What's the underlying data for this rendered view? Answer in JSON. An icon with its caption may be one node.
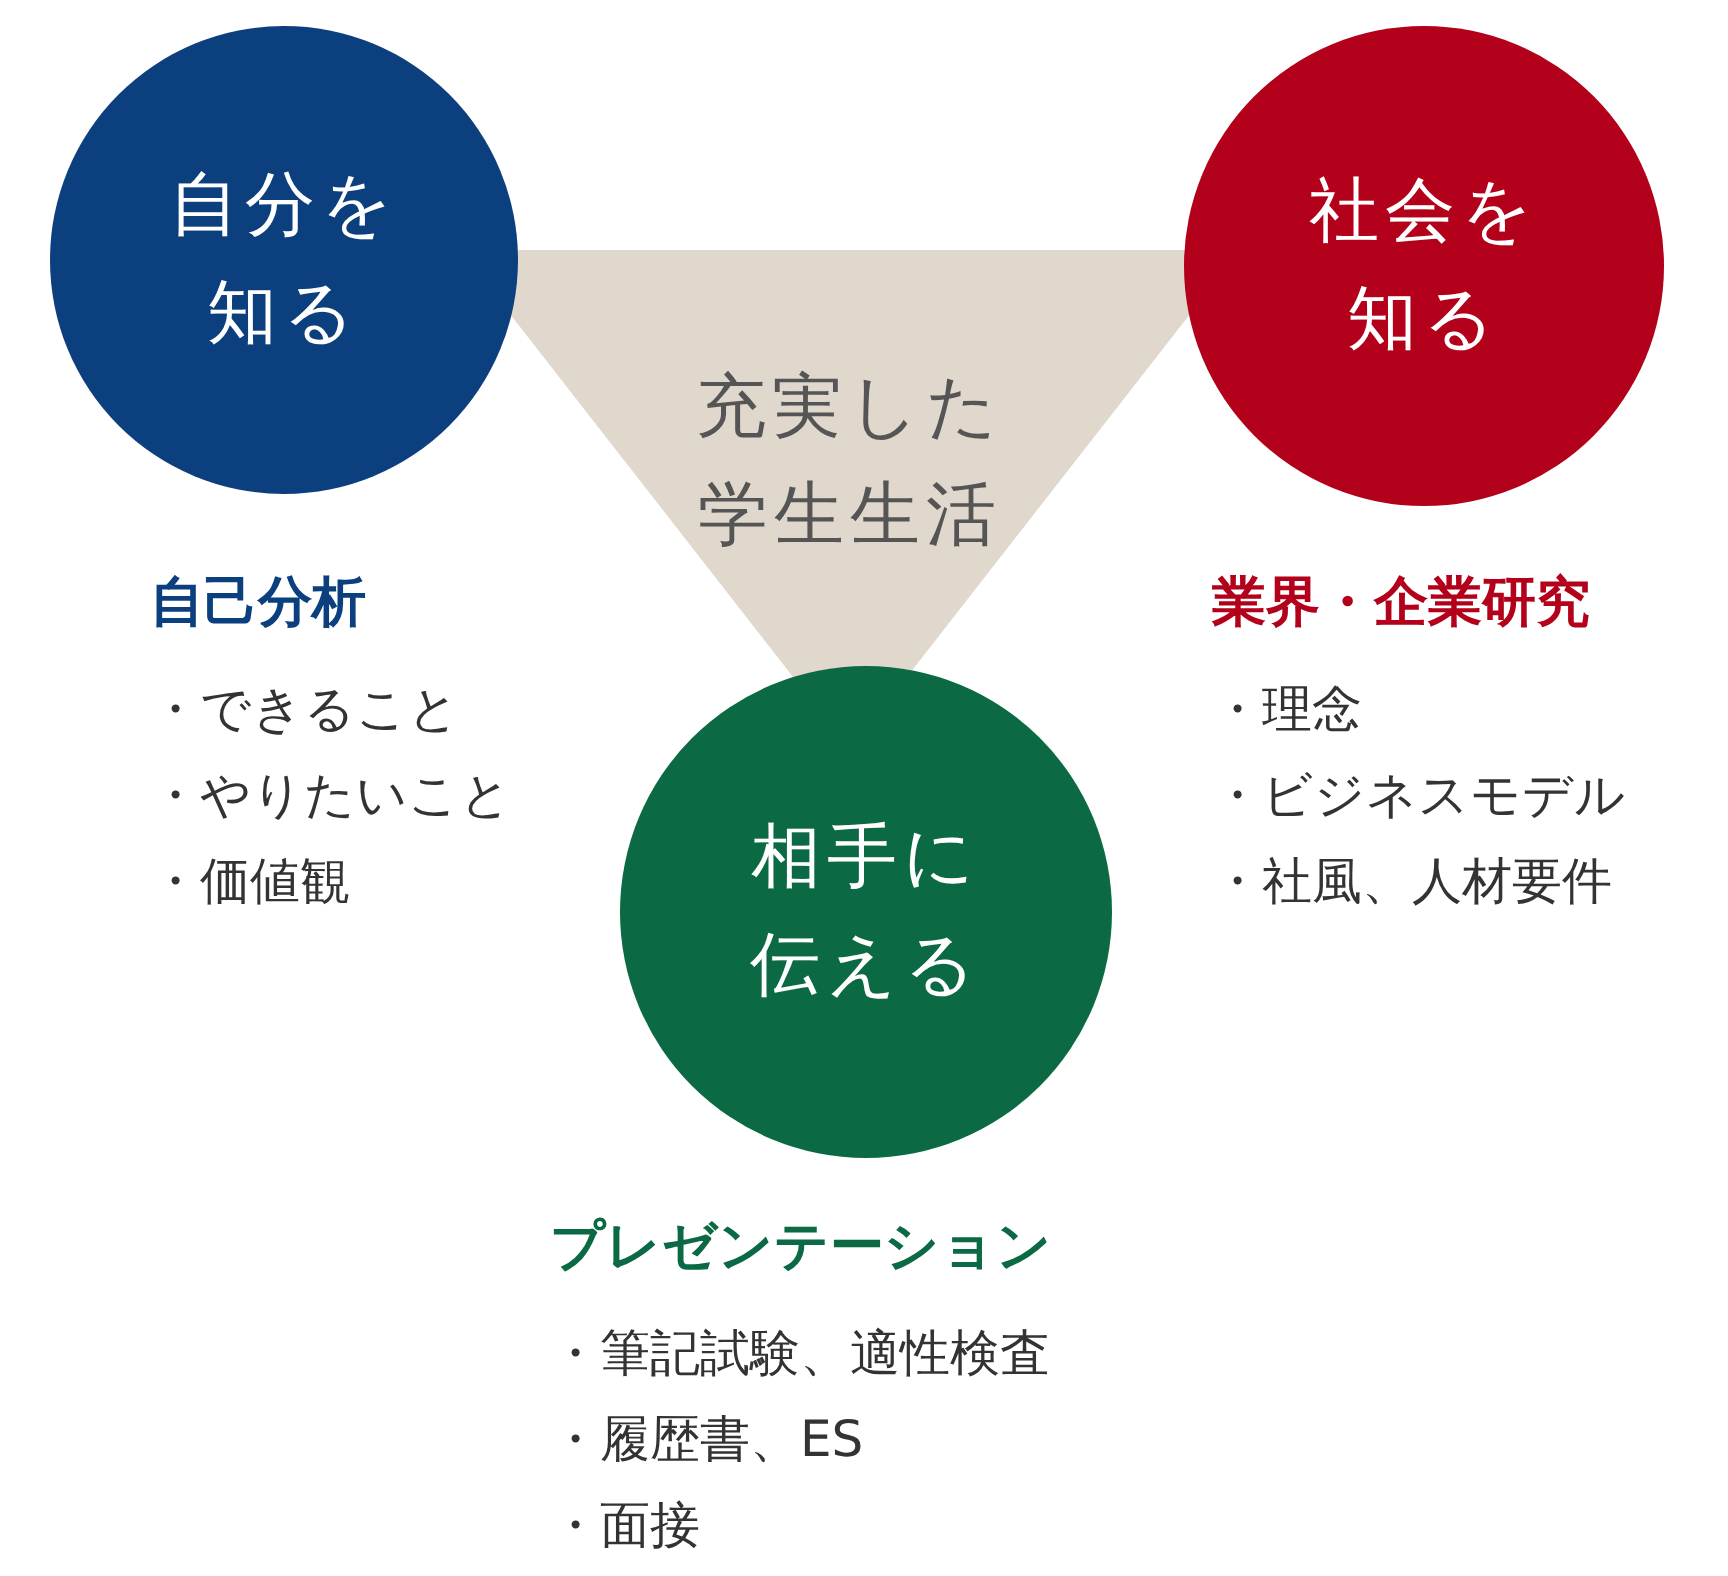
{
  "diagram": {
    "nodes": [
      {
        "text": [
          "充実した学生生活"
        ]
      },
      {
        "text": [
          "自分を知る"
        ]
      },
      {
        "text": [
          "社会を知る"
        ]
      },
      {
        "text": [
          "相手に伝える"
        ]
      }
    ],
    "labels": [
      "自己分析",
      "・できること",
      "・やりたいこと",
      "・価値観",
      "業界・企業研究",
      "・理念",
      "・ビジネスモデル",
      "・社風、人材要件",
      "プレゼンテーション",
      "・筆記試験、適性検査",
      "・履歴書、ES",
      "・面接"
    ]
  }
}
